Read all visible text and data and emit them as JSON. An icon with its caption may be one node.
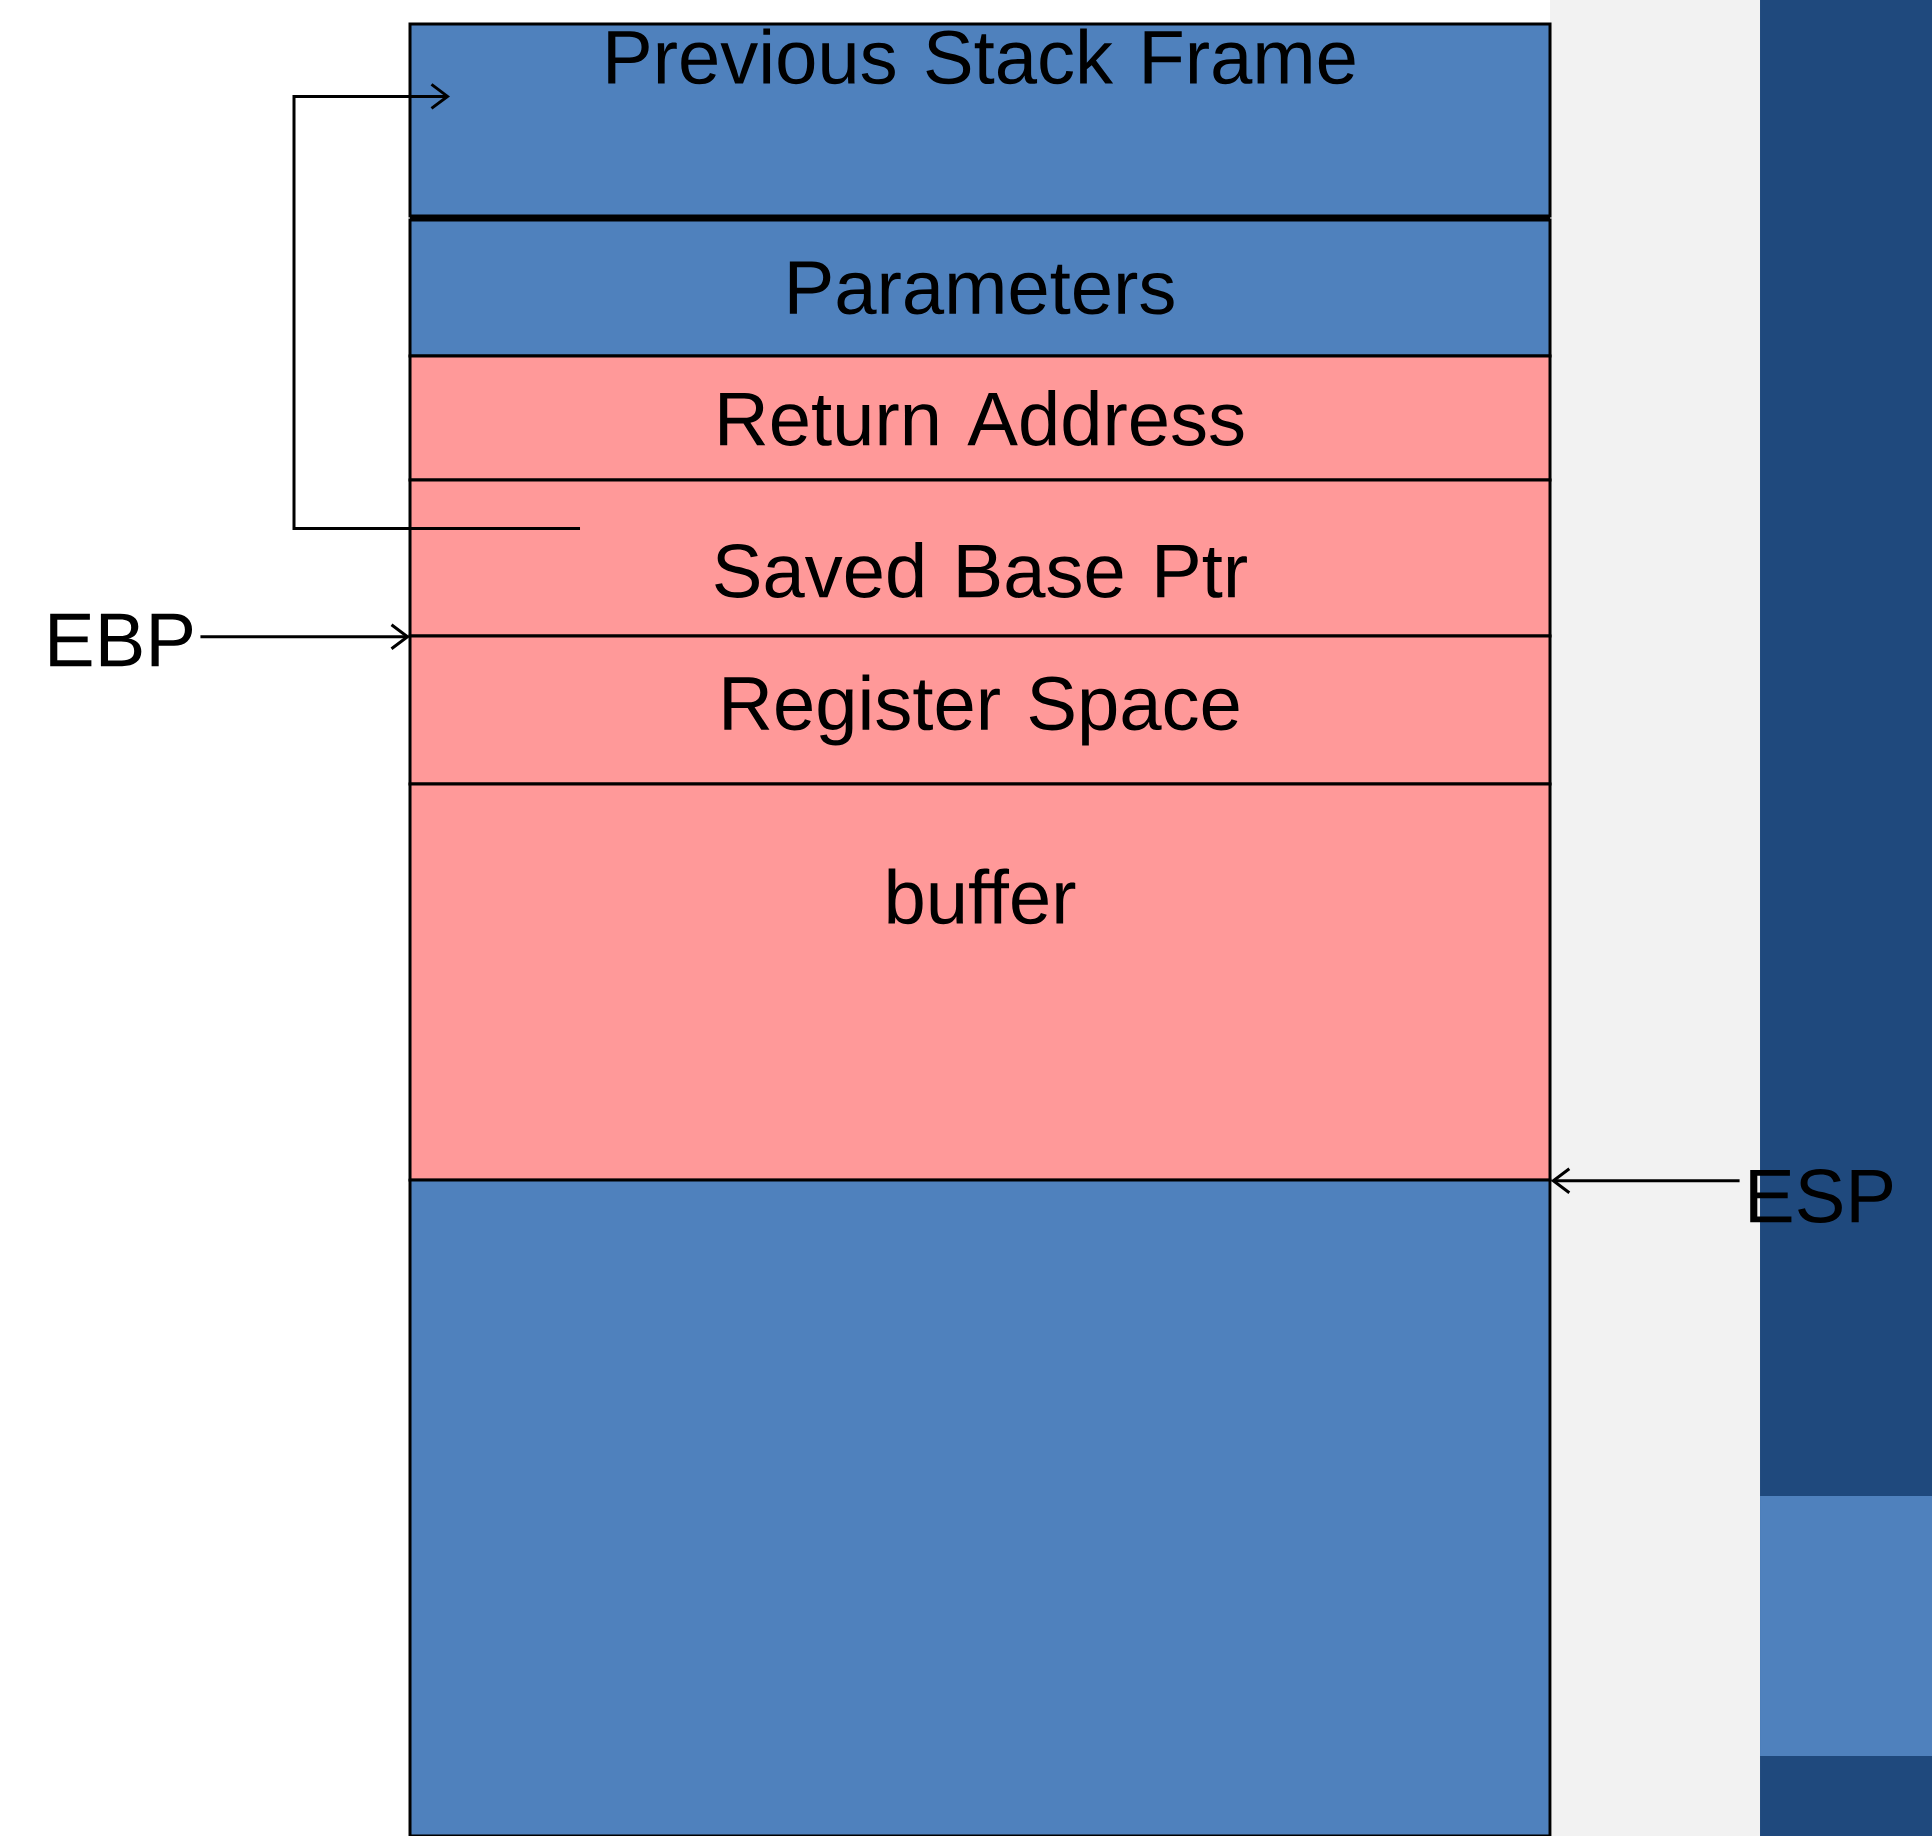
{
  "diagram": {
    "nodes": [
      {
        "text": [
          "Previous Stack Frame"
        ]
      },
      {
        "text": [
          "Parameters"
        ]
      },
      {
        "text": [
          "Return Address"
        ]
      },
      {
        "text": [
          "Saved Base Ptr"
        ]
      },
      {
        "text": [
          "Register Space"
        ]
      },
      {
        "text": [
          "buffer"
        ]
      },
      {
        "text": [],
        "shape": "box"
      },
      {
        "text": [
          "EBP"
        ]
      },
      {
        "text": [
          "ESP"
        ]
      }
    ],
    "edges": [
      {
        "from": 3,
        "to": 0,
        "arrow": "to"
      },
      {
        "from": 7,
        "to": 3,
        "arrow": "to"
      },
      {
        "from": 8,
        "to": 5,
        "arrow": "to"
      }
    ]
  }
}
